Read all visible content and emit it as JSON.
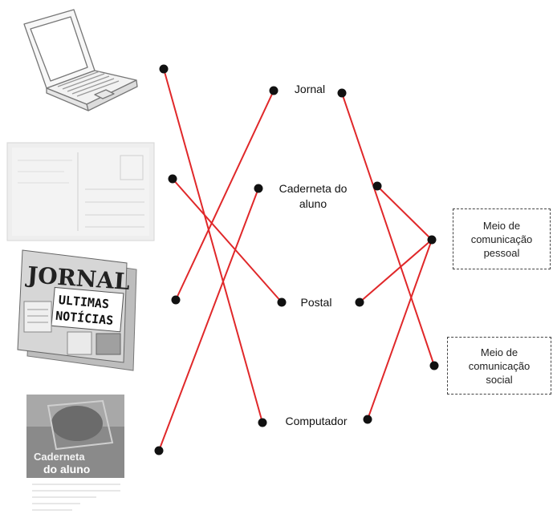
{
  "middle_labels": {
    "jornal": "Jornal",
    "caderneta": "Caderneta do\naluno",
    "postal": "Postal",
    "computador": "Computador"
  },
  "right_boxes": {
    "pessoal": "Meio de\ncomunicação\npessoal",
    "social": "Meio de\ncomunicação\nsocial"
  },
  "newspaper_image": {
    "title": "JORNAL",
    "headline_1": "ULTIMAS",
    "headline_2": "NOTÍCIAS"
  },
  "booklet_image": {
    "title_line_1": "Caderneta",
    "title_line_2": "do aluno"
  },
  "colors": {
    "connector": "#e0282a",
    "dot": "#111111"
  },
  "icons": [
    "laptop-icon",
    "postcard-image",
    "newspaper-image",
    "booklet-image"
  ]
}
